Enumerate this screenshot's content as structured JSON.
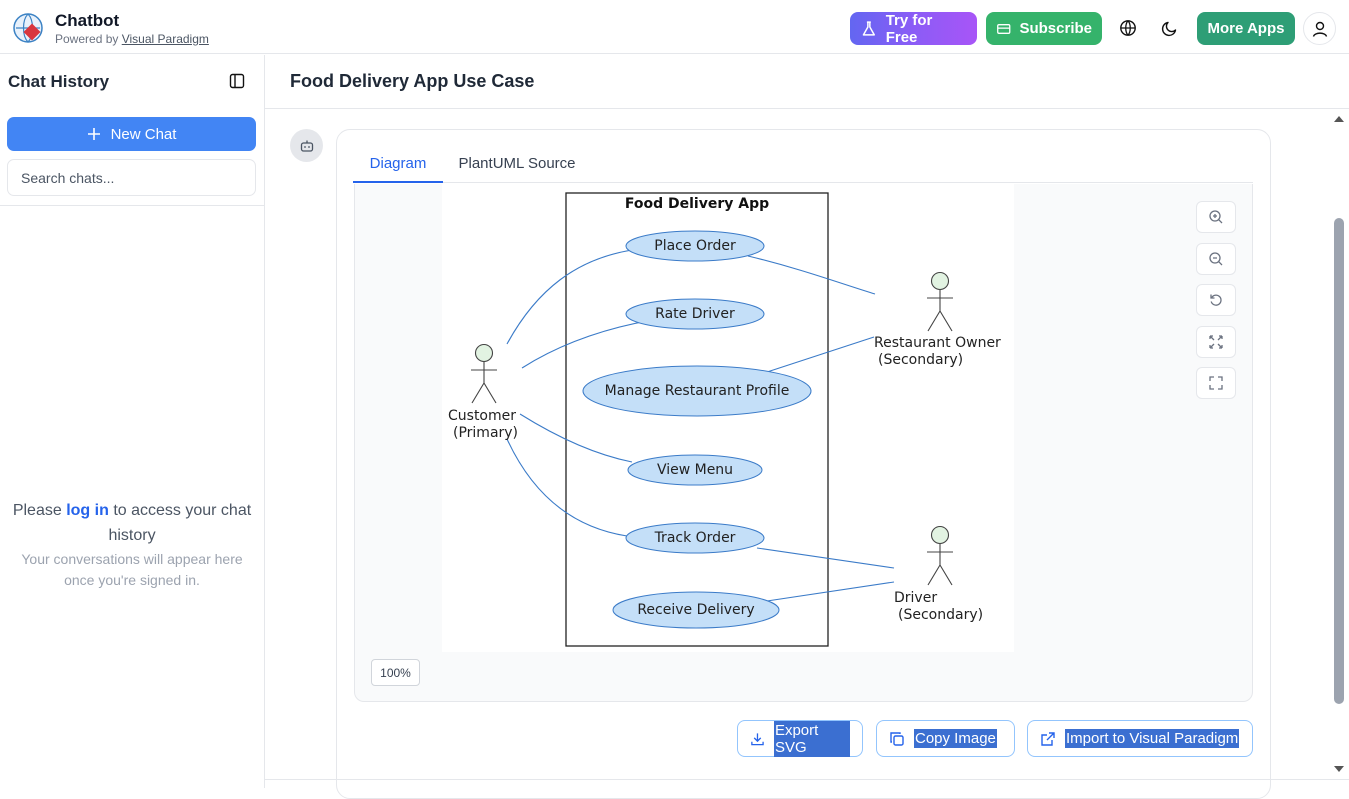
{
  "header": {
    "app_title": "Chatbot",
    "powered_prefix": "Powered by",
    "powered_link": "Visual Paradigm",
    "try_label": "Try for Free",
    "subscribe_label": "Subscribe",
    "more_apps_label": "More Apps"
  },
  "sidebar": {
    "title": "Chat History",
    "new_chat_label": "New Chat",
    "search_placeholder": "Search chats...",
    "login_prefix": "Please",
    "login_link": "log in",
    "login_suffix": "to access your chat history",
    "login_sub": "Your conversations will appear here once you're signed in."
  },
  "main": {
    "title": "Food Delivery App Use Case",
    "tabs": [
      {
        "label": "Diagram",
        "active": true
      },
      {
        "label": "PlantUML Source",
        "active": false
      }
    ],
    "zoom_level": "100%",
    "actions": {
      "export_label": "Export SVG",
      "copy_label": "Copy Image",
      "import_label": "Import to Visual Paradigm"
    }
  },
  "diagram": {
    "system_name": "Food Delivery App",
    "use_cases": [
      "Place Order",
      "Rate Driver",
      "Manage Restaurant Profile",
      "View Menu",
      "Track Order",
      "Receive Delivery"
    ],
    "actors": [
      {
        "name": "Customer",
        "role": "(Primary)"
      },
      {
        "name": "Restaurant Owner",
        "role": "(Secondary)"
      },
      {
        "name": "Driver",
        "role": "(Secondary)"
      }
    ]
  },
  "colors": {
    "accent": "#2563eb",
    "new_chat_bg": "#4285f4",
    "subscribe_bg": "#35b36b",
    "more_apps_bg": "#2e9e76",
    "usecase_fill": "#c4dff8",
    "actor_fill": "#e2f3e2"
  }
}
